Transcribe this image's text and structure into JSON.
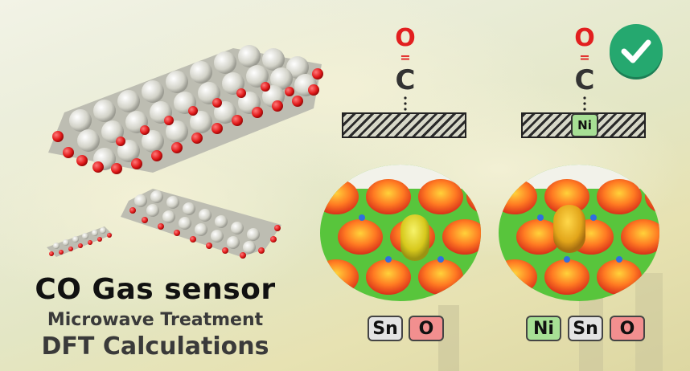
{
  "title": {
    "main": "CO Gas sensor",
    "line2": "Microwave Treatment",
    "line3": "DFT Calculations"
  },
  "molecule": {
    "oxygen": "O",
    "bond": "=",
    "carbon": "C"
  },
  "doped_site_label": "Ni",
  "tags_left": [
    "Sn",
    "O"
  ],
  "tags_right": [
    "Ni",
    "Sn",
    "O"
  ],
  "colors": {
    "oxygen_red": "#e21f1f",
    "check_green": "#25a86f",
    "sn_tag": "#e4e4e4",
    "o_tag": "#f28f8f",
    "ni_tag": "#a7e095"
  },
  "icons": [
    "checkmark-icon"
  ]
}
